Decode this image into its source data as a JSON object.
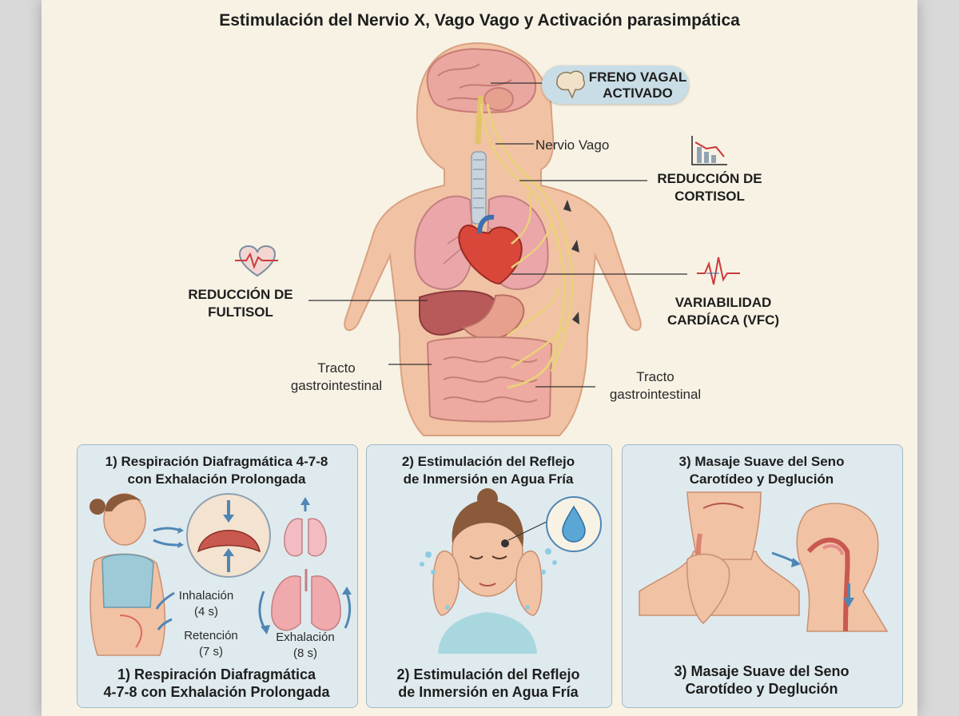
{
  "title": "Estimulación del Nervio X, Vago Vago y Activación parasimpática",
  "labels": {
    "freno_vagal_line1": "FRENO VAGAL",
    "freno_vagal_line2": "ACTIVADO",
    "nervio_vago": "Nervio Vago",
    "cortisol_line1": "REDUCCIÓN DE",
    "cortisol_line2": "CORTISOL",
    "fultisol_line1": "REDUCCIÓN DE",
    "fultisol_line2": "FULTISOL",
    "vfc_line1": "VARIABILIDAD",
    "vfc_line2": "CARDÍACA (VFC)",
    "tracto_left_line1": "Tracto",
    "tracto_left_line2": "gastrointestinal",
    "tracto_right_line1": "Tracto",
    "tracto_right_line2": "gastrointestinal"
  },
  "panels": [
    {
      "heading_line1": "1) Respiración Diafragmática 4-7-8",
      "heading_line2": "con Exhalación Prolongada",
      "caption_line1": "1) Respiración Diafragmática",
      "caption_line2": "4-7-8 con Exhalación Prolongada",
      "inhalacion": "Inhalación",
      "inhalacion_time": "(4 s)",
      "retencion": "Retención",
      "retencion_time": "(7 s)",
      "exhalacion": "Exhalación",
      "exhalacion_time": "(8 s)"
    },
    {
      "heading_line1": "2) Estimulación del Reflejo",
      "heading_line2": "de Inmersión en Agua Fría",
      "caption_line1": "2) Estimulación del Reflejo",
      "caption_line2": "de Inmersión en Agua Fría"
    },
    {
      "heading_line1": "3) Masaje Suave del Seno",
      "heading_line2": "Carotídeo y Deglución",
      "caption_line1": "3) Masaje Suave del Seno",
      "caption_line2": "Carotídeo y Deglución"
    }
  ],
  "colors": {
    "paper": "#f7f2e4",
    "skin": "#f1c2a4",
    "nerve": "#e9d27a",
    "panel_bg": "#dfeaee",
    "pill_bg": "#c9dde6",
    "heart": "#d9473a",
    "lungs": "#eaa6a8",
    "arrow_blue": "#4f86b5"
  },
  "icons": [
    "brain-icon",
    "heartbeat-icon",
    "chart-down-icon",
    "ecg-wave-icon",
    "water-drop-icon"
  ]
}
